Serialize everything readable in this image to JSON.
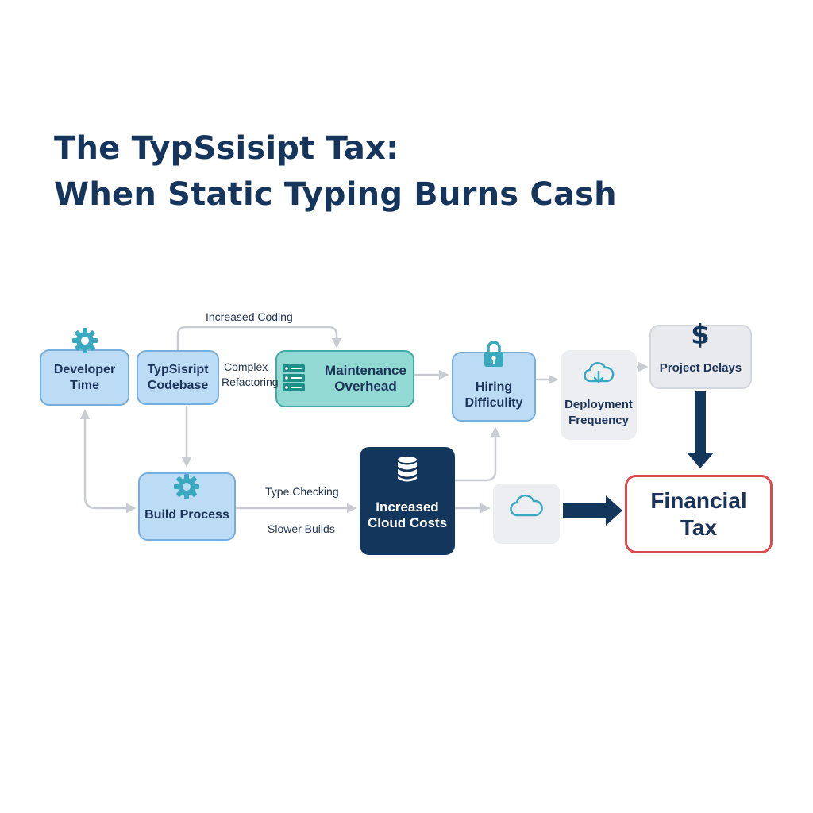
{
  "title": {
    "line1": "The TypSsisipt Tax:",
    "line2": "When Static Typing Burns Cash"
  },
  "nodes": {
    "developer_time": {
      "line1": "Developer",
      "line2": "Time",
      "icon": "gear-icon"
    },
    "codebase": {
      "line1": "TypSisript",
      "line2": "Codebase"
    },
    "maintenance": {
      "line1": "Maintenance",
      "line2": "Overhead",
      "icon": "server-icon"
    },
    "hiring": {
      "line1": "Hiring",
      "line2": "Difficulity",
      "icon": "lock-icon"
    },
    "deployment": {
      "line1": "Deployment",
      "line2": "Frequency",
      "icon": "cloud-download-icon"
    },
    "delays": {
      "label": "Project Delays",
      "icon": "dollar-icon",
      "icon_glyph": "$"
    },
    "build": {
      "label": "Build Process",
      "icon": "gear-icon"
    },
    "cloud_costs": {
      "line1": "Increased",
      "line2": "Cloud Costs",
      "icon": "database-icon"
    },
    "cloud_box": {
      "icon": "cloud-icon"
    },
    "financial_tax": {
      "line1": "Financial",
      "line2": "Tax"
    }
  },
  "edge_labels": {
    "increased_coding": "Increased Coding",
    "complex": "Complex",
    "refactoring": "Refactoring",
    "type_checking": "Type Checking",
    "slower_builds": "Slower Builds"
  },
  "colors": {
    "title": "#16355c",
    "node_blue": "#bcdcf6",
    "node_teal": "#92d9d3",
    "node_dark": "#13365c",
    "node_grey": "#e8eaee",
    "accent_red": "#d94a4f",
    "icon_teal": "#3aa8bf",
    "arrow_grey": "#c9ccd1"
  }
}
